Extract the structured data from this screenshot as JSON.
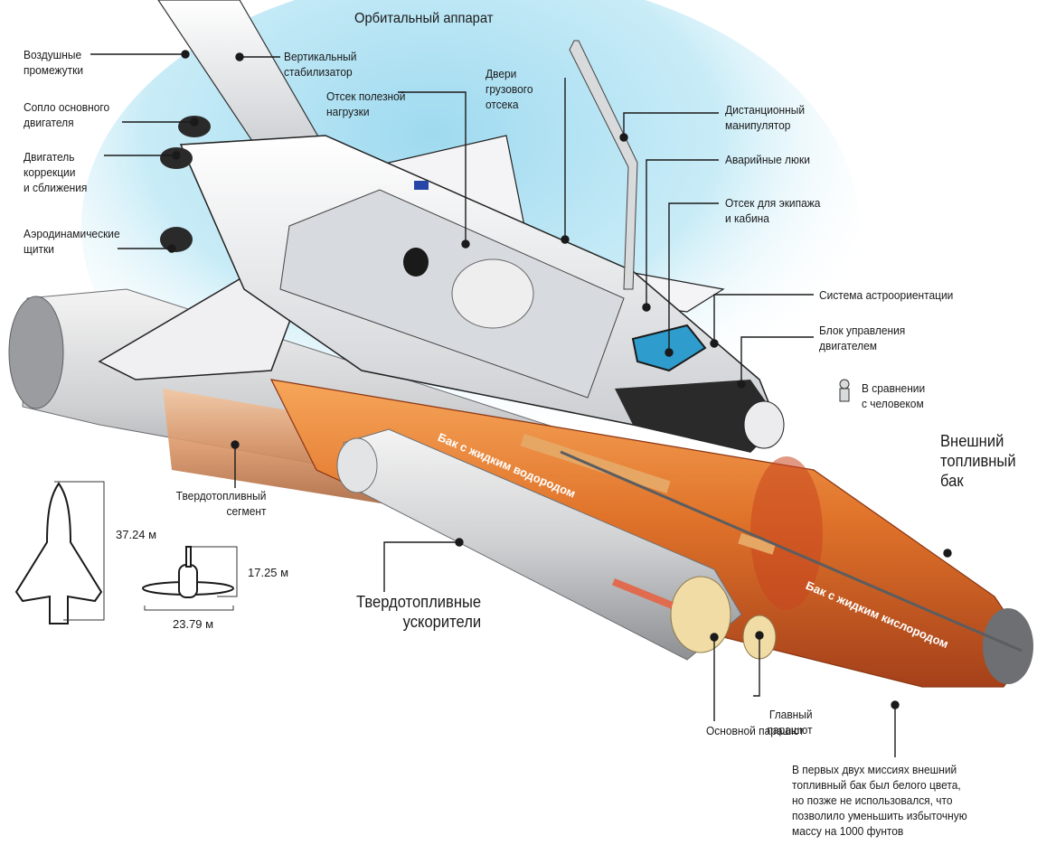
{
  "title": "Орбитальный аппарат",
  "labels": {
    "air_gaps": "Воздушные\nпромежутки",
    "vertical_stabilizer": "Вертикальный\nстабилизатор",
    "payload_bay": "Отсек полезной\nнагрузки",
    "cargo_doors": "Двери\nгрузового\nотсека",
    "main_engine_nozzle": "Сопло основного\nдвигателя",
    "rcs_engine": "Двигатель\nкоррекции\nи сближения",
    "aero_flaps": "Аэродинамические\nщитки",
    "remote_manipulator": "Дистанционный\nманипулятор",
    "emergency_hatches": "Аварийные люки",
    "crew_compartment": "Отсек для экипажа\nи кабина",
    "star_tracker": "Система астроориентации",
    "engine_control": "Блок управления\nдвигателем",
    "human_comparison": "В сравнении\nс человеком",
    "external_tank": "Внешний\nтопливный\nбак",
    "solid_segment": "Твердотопливный\nсегмент",
    "srb": "Твердотопливные\nускорители",
    "lh2_tank": "Бак с жидким водородом",
    "lox_tank": "Бак с жидким кислородом",
    "drogue_chute": "Главный\nпарашют",
    "main_chute": "Основной парашют",
    "tank_note": "В первых двух миссиях внешний\nтопливный бак был белого цвета,\nно позже не использовался, что\nпозволило уменьшить избыточную\nмассу на 1000 фунтов"
  },
  "dimensions": {
    "length": "37.24 м",
    "height": "17.25 м",
    "wingspan": "23.79 м"
  },
  "colors": {
    "sky": "#bfe6f3",
    "tank_orange": "#e0732a",
    "tank_dark": "#b6461c",
    "booster_gray": "#d9dadb",
    "orbiter_white": "#f2f3f5",
    "tile_black": "#2a2a2a"
  }
}
